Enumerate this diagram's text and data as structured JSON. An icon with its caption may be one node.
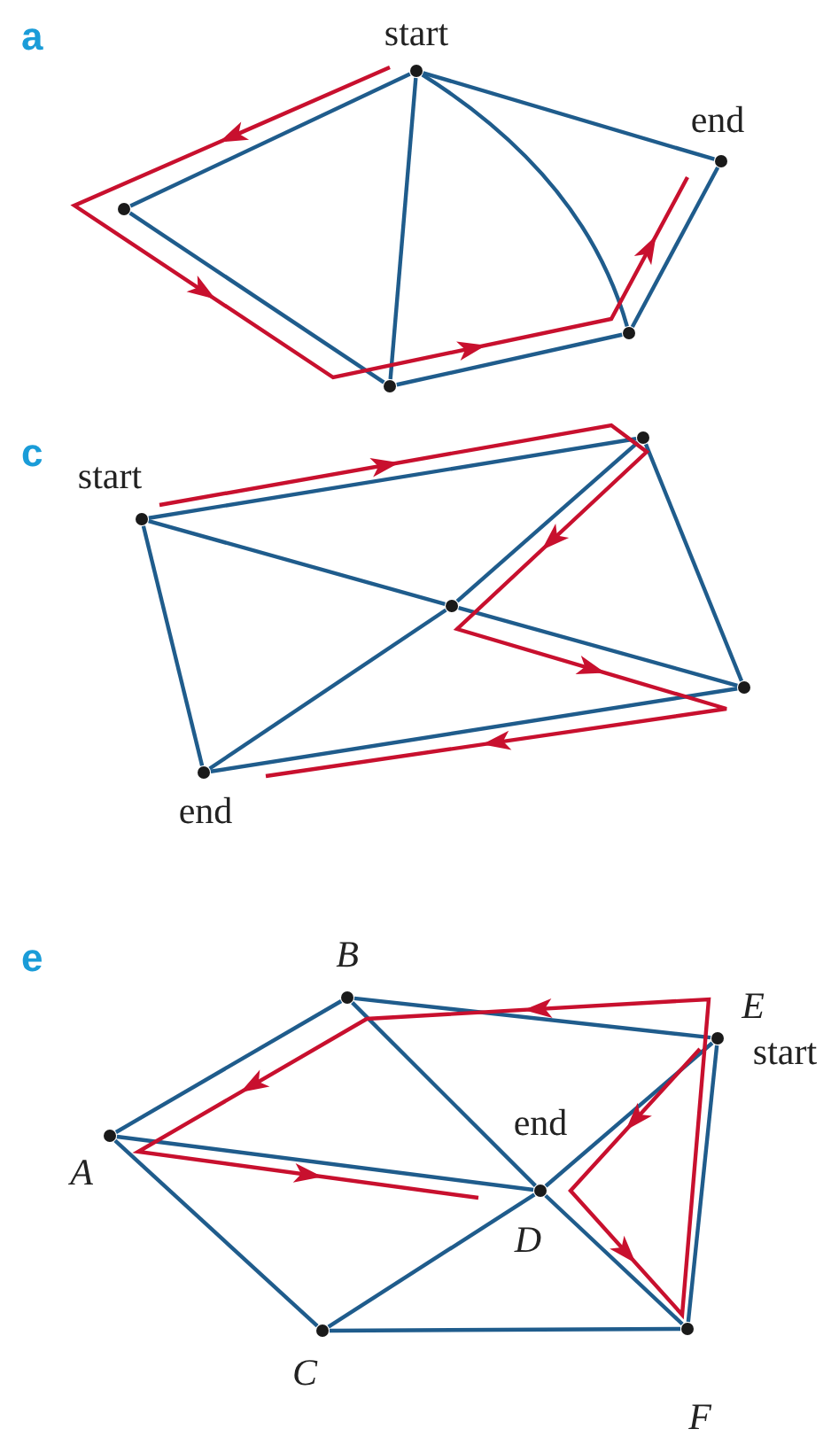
{
  "diagram": {
    "nodes": [
      {
        "text": [],
        "shape": "circle",
        "beside": [
          "start"
        ]
      },
      {
        "text": [],
        "shape": "circle",
        "beside": [
          "end"
        ]
      },
      {
        "text": [],
        "shape": "circle"
      },
      {
        "text": [],
        "shape": "circle"
      },
      {
        "text": [],
        "shape": "circle"
      },
      {
        "text": [],
        "shape": "circle"
      },
      {
        "text": [],
        "shape": "circle",
        "beside": [
          "start"
        ]
      },
      {
        "text": [],
        "shape": "circle"
      },
      {
        "text": [],
        "shape": "circle"
      },
      {
        "text": [],
        "shape": "circle",
        "beside": [
          "end"
        ]
      },
      {
        "text": [],
        "shape": "circle",
        "beside": [
          "B"
        ]
      },
      {
        "text": [],
        "shape": "circle",
        "beside": [
          "E",
          "start"
        ]
      },
      {
        "text": [],
        "shape": "circle",
        "beside": [
          "A"
        ]
      },
      {
        "text": [],
        "shape": "circle",
        "beside": [
          "end",
          "D"
        ]
      },
      {
        "text": [],
        "shape": "circle",
        "beside": [
          "C"
        ]
      },
      {
        "text": [],
        "shape": "circle",
        "beside": [
          "F"
        ]
      }
    ],
    "edges": [
      {
        "from": 0,
        "to": 2,
        "arrow": "none"
      },
      {
        "from": 2,
        "to": 4,
        "arrow": "none"
      },
      {
        "from": 4,
        "to": 3,
        "arrow": "none"
      },
      {
        "from": 3,
        "to": 1,
        "arrow": "none"
      },
      {
        "from": 1,
        "to": 0,
        "arrow": "none"
      },
      {
        "from": 0,
        "to": 4,
        "arrow": "none"
      },
      {
        "from": 0,
        "to": 3,
        "arrow": "none"
      },
      {
        "from": 6,
        "to": 5,
        "arrow": "none"
      },
      {
        "from": 6,
        "to": 7,
        "arrow": "none"
      },
      {
        "from": 7,
        "to": 8,
        "arrow": "none"
      },
      {
        "from": 5,
        "to": 7,
        "arrow": "none"
      },
      {
        "from": 7,
        "to": 9,
        "arrow": "none"
      },
      {
        "from": 5,
        "to": 8,
        "arrow": "none"
      },
      {
        "from": 6,
        "to": 9,
        "arrow": "none"
      },
      {
        "from": 9,
        "to": 8,
        "arrow": "none"
      },
      {
        "from": 10,
        "to": 12,
        "arrow": "none"
      },
      {
        "from": 12,
        "to": 13,
        "arrow": "none"
      },
      {
        "from": 12,
        "to": 14,
        "arrow": "none"
      },
      {
        "from": 10,
        "to": 11,
        "arrow": "none"
      },
      {
        "from": 10,
        "to": 13,
        "arrow": "none"
      },
      {
        "from": 14,
        "to": 13,
        "arrow": "none"
      },
      {
        "from": 13,
        "to": 11,
        "arrow": "none"
      },
      {
        "from": 13,
        "to": 15,
        "arrow": "none"
      },
      {
        "from": 14,
        "to": 15,
        "arrow": "none"
      },
      {
        "from": 11,
        "to": 15,
        "arrow": "none"
      }
    ],
    "labels": [
      "a",
      "c",
      "e"
    ]
  }
}
